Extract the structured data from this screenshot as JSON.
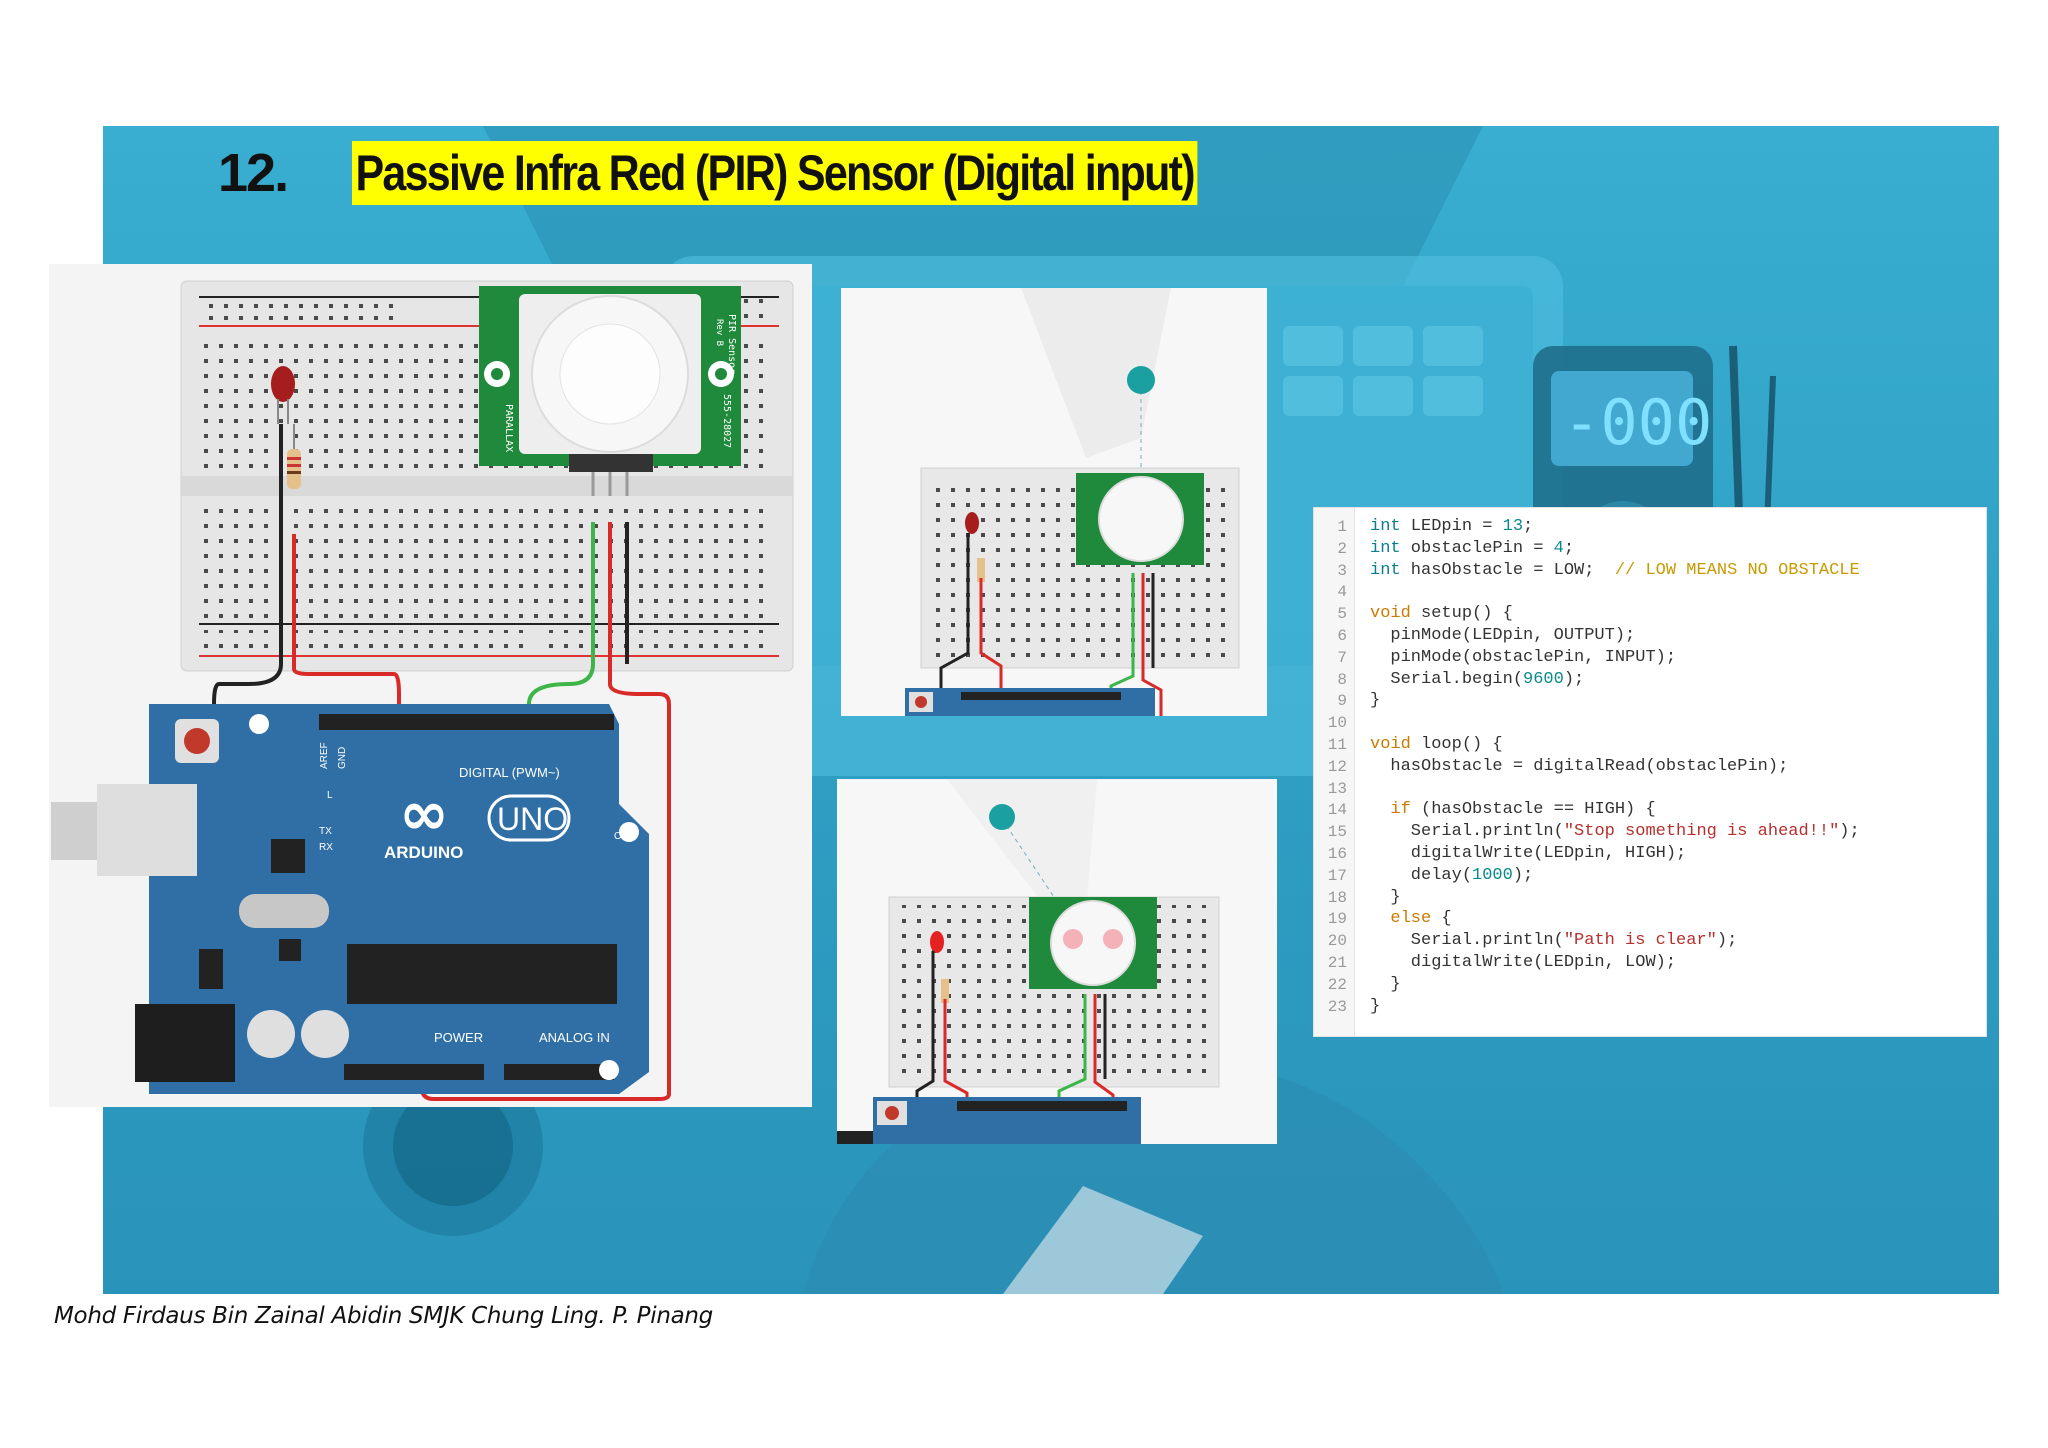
{
  "title": {
    "number": "12.",
    "text": "Passive Infra Red (PIR) Sensor (Digital input)"
  },
  "circuit": {
    "arduino_brand": "ARDUINO",
    "arduino_model": "UNO",
    "digital_label": "DIGITAL (PWM~)",
    "power_label": "POWER",
    "analog_label": "ANALOG IN",
    "aref": "AREF",
    "gnd": "GND",
    "on": "ON",
    "tx": "TX",
    "rx": "RX",
    "l": "L",
    "pir_label": "PIR Sensor",
    "pir_rev": "Rev B",
    "pir_brand": "PARALLAX",
    "pir_part": "555-28027"
  },
  "code": {
    "lines": [
      {
        "n": "1",
        "html": "<span class=\"ty\">int</span> LEDpin = <span class=\"num\">13</span>;"
      },
      {
        "n": "2",
        "html": "<span class=\"ty\">int</span> obstaclePin = <span class=\"num\">4</span>;"
      },
      {
        "n": "3",
        "html": "<span class=\"ty\">int</span> hasObstacle = LOW;  <span class=\"cm\">// LOW MEANS NO OBSTACLE</span>"
      },
      {
        "n": "4",
        "html": ""
      },
      {
        "n": "5",
        "html": "<span class=\"kw\">void</span> setup() {"
      },
      {
        "n": "6",
        "html": "  pinMode(LEDpin, OUTPUT);"
      },
      {
        "n": "7",
        "html": "  pinMode(obstaclePin, INPUT);"
      },
      {
        "n": "8",
        "html": "  Serial.begin(<span class=\"num\">9600</span>);"
      },
      {
        "n": "9",
        "html": "}"
      },
      {
        "n": "10",
        "html": ""
      },
      {
        "n": "11",
        "html": "<span class=\"kw\">void</span> loop() {"
      },
      {
        "n": "12",
        "html": "  hasObstacle = digitalRead(obstaclePin);"
      },
      {
        "n": "13",
        "html": ""
      },
      {
        "n": "14",
        "html": "  <span class=\"kw\">if</span> (hasObstacle == HIGH) {"
      },
      {
        "n": "15",
        "html": "    Serial.println(<span class=\"str\">\"Stop something is ahead!!\"</span>);"
      },
      {
        "n": "16",
        "html": "    digitalWrite(LEDpin, HIGH);"
      },
      {
        "n": "17",
        "html": "    delay(<span class=\"num\">1000</span>);"
      },
      {
        "n": "18",
        "html": "  }"
      },
      {
        "n": "19",
        "html": "  <span class=\"kw\">else</span> {"
      },
      {
        "n": "20",
        "html": "    Serial.println(<span class=\"str\">\"Path is clear\"</span>);"
      },
      {
        "n": "21",
        "html": "    digitalWrite(LEDpin, LOW);"
      },
      {
        "n": "22",
        "html": "  }"
      },
      {
        "n": "23",
        "html": "}"
      }
    ]
  },
  "footer": "Mohd Firdaus Bin Zainal Abidin SMJK Chung Ling. P. Pinang",
  "colors": {
    "title_highlight": "#ffff00",
    "arduino_blue": "#2f6fa5",
    "pir_green": "#1f8a3b",
    "wire_red": "#d92a2a",
    "wire_green": "#3db54a",
    "wire_black": "#222222"
  }
}
